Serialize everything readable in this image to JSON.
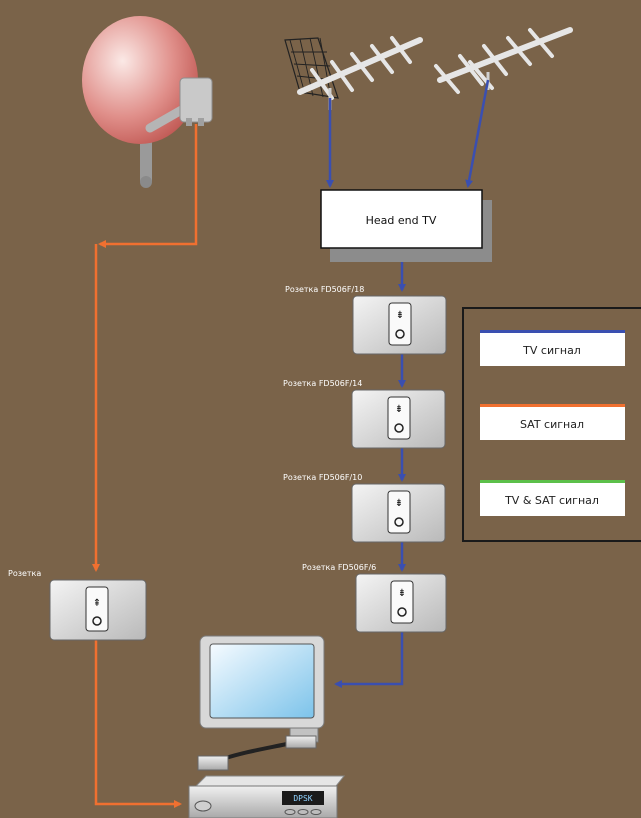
{
  "headend": {
    "label": "Head end TV"
  },
  "outlets": [
    {
      "label": "Розетка FD506F/18"
    },
    {
      "label": "Розетка FD506F/14"
    },
    {
      "label": "Розетка FD506F/10"
    },
    {
      "label": "Розетка FD506F/6"
    }
  ],
  "sat_outlet": {
    "label": "Розетка"
  },
  "receiver": {
    "display": "DPSK"
  },
  "legend": {
    "items": [
      {
        "label": "TV сигнал",
        "color": "#3a4fb0"
      },
      {
        "label": "SAT сигнал",
        "color": "#f07030"
      },
      {
        "label": "TV & SAT сигнал",
        "color": "#5cc04a"
      }
    ]
  },
  "colors": {
    "tv": "#3a4fb0",
    "sat": "#f07030",
    "background": "#7a6349"
  }
}
